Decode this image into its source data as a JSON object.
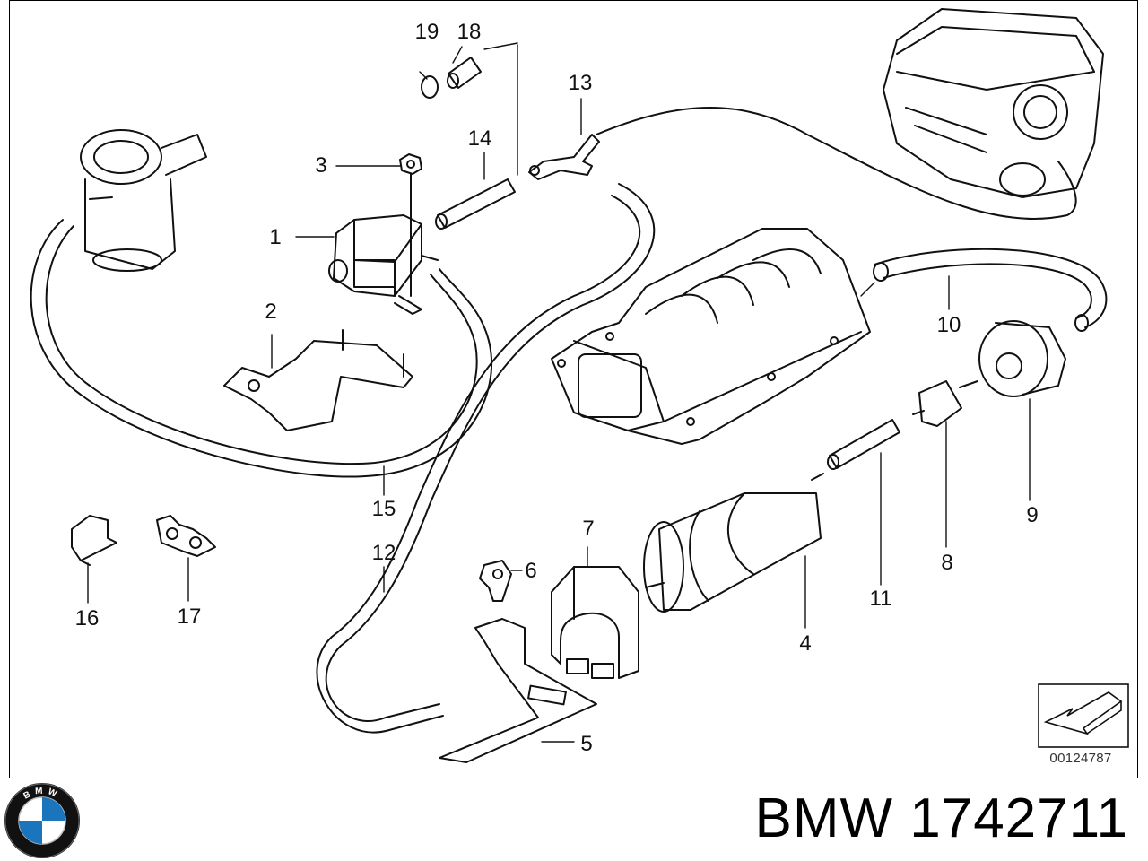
{
  "callouts": {
    "c1": "1",
    "c2": "2",
    "c3": "3",
    "c4": "4",
    "c5": "5",
    "c6": "6",
    "c7": "7",
    "c8": "8",
    "c9": "9",
    "c10": "10",
    "c11": "11",
    "c12": "12",
    "c13": "13",
    "c14": "14",
    "c15": "15",
    "c16": "16",
    "c17": "17",
    "c18": "18",
    "c19": "19"
  },
  "doc_number": "00124787",
  "brand": {
    "logo_text": "BMW",
    "caption": "BMW 1742711",
    "colors": {
      "blue": "#1b75bc",
      "ring": "#111111",
      "white": "#ffffff"
    }
  }
}
